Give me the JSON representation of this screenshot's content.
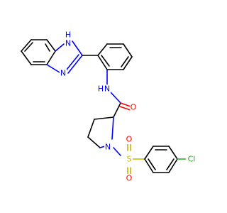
{
  "molecule": {
    "atoms": {
      "nh_label": "H",
      "n1_label": "N",
      "n2_label": "N",
      "amide_nh_label": "H",
      "amide_n_label": "N",
      "carbonyl_o_label": "O",
      "ring_n_label": "N",
      "sulfur_label": "S",
      "sulfonyl_o1_label": "O",
      "sulfonyl_o2_label": "O",
      "chlorine_label": "Cl"
    }
  },
  "colors": {
    "carbon": "#000000",
    "nitrogen": "#0000ff",
    "oxygen": "#ff0000",
    "sulfur": "#c8b400",
    "chlorine": "#1faa1f"
  }
}
